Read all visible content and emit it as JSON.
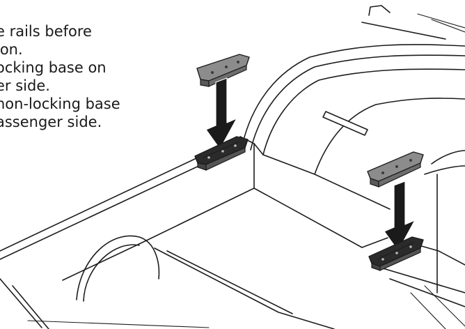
{
  "instructions": [
    "e rails before",
    "ion.",
    "ocking base on",
    "er side.",
    "non-locking base",
    "assenger side."
  ],
  "colors": {
    "ink": "#1c1c1c",
    "base_grey": "#8c8c8c",
    "base_dark": "#2b2b2b",
    "arrow": "#1a1a1a",
    "background": "#ffffff"
  },
  "icons": {
    "arrows": [
      "down-arrow-icon",
      "down-arrow-icon"
    ]
  }
}
